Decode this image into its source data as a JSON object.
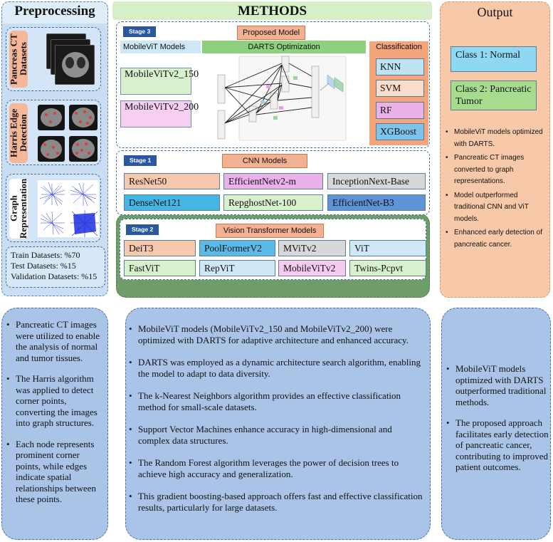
{
  "columns": {
    "preprocessing": "Preprocessing",
    "methods": "METHODS",
    "output": "Output"
  },
  "preprocessing": {
    "steps": [
      {
        "label": "Pancreas CT Datasets",
        "color": "#f4b79a"
      },
      {
        "label": "Harris Edge Detection",
        "color": "#f4b79a"
      },
      {
        "label": "Graph Representation",
        "color": "#ffffff"
      }
    ],
    "splits": [
      "Train Datasets: %70",
      "Test Datasets: %15",
      "Validation Datasets: %15"
    ]
  },
  "stage3": {
    "stage_label": "Stage 3",
    "title": "Proposed Model",
    "mobilevit_header": "MobileViT Models",
    "darts_header": "DARTS Optimization",
    "models": [
      "MobileViTv2_150",
      "MobileViTv2_200"
    ],
    "classification_header": "Classification",
    "classifiers": [
      "KNN",
      "SVM",
      "RF",
      "XGBoost"
    ]
  },
  "stage1": {
    "stage_label": "Stage 1",
    "title": "CNN Models",
    "models": [
      "ResNet50",
      "EfficientNetv2-m",
      "InceptionNext-Base",
      "DenseNet121",
      "RepghostNet-100",
      "EfficientNet-B3"
    ]
  },
  "stage2": {
    "stage_label": "Stage 2",
    "title": "Vision Transformer  Models",
    "models": [
      "DeiT3",
      "PoolFormerV2",
      "MViTv2",
      "ViT",
      "FastViT",
      "RepViT",
      "MobileViTv2",
      "Twins-Pcpvt"
    ]
  },
  "output": {
    "classes": [
      "Class 1: Normal",
      "Class 2: Pancreatic Tumor"
    ],
    "bullets": [
      "MobileViT models optimized with DARTS.",
      "Pancreatic CT images converted to graph representations.",
      "Model outperformed traditional CNN and ViT models.",
      "Enhanced early detection of pancreatic cancer."
    ]
  },
  "bottom": {
    "left": [
      "Pancreatic CT images were utilized to enable the analysis of normal and tumor tissues.",
      "The Harris algorithm was applied to detect corner points, converting the images into graph structures.",
      "Each node represents prominent corner points, while edges indicate spatial relationships between these points."
    ],
    "middle": [
      "MobileViT models (MobileViTv2_150 and MobileViTv2_200) were optimized with DARTS for adaptive architecture and enhanced accuracy.",
      "DARTS was employed as a dynamic architecture search algorithm, enabling the model to adapt to data diversity.",
      " The k-Nearest Neighbors algorithm provides an effective classification method for small-scale datasets.",
      "Support Vector Machines enhance accuracy in high-dimensional and complex data structures.",
      "The Random Forest algorithm leverages the power of decision trees to achieve high accuracy and generalization.",
      "This gradient boosting-based approach offers fast and effective classification results, particularly for large datasets."
    ],
    "right": [
      "MobileViT models optimized with DARTS outperformed traditional methods.",
      "The proposed approach facilitates early detection of pancreatic cancer, contributing to improved patient outcomes."
    ]
  }
}
